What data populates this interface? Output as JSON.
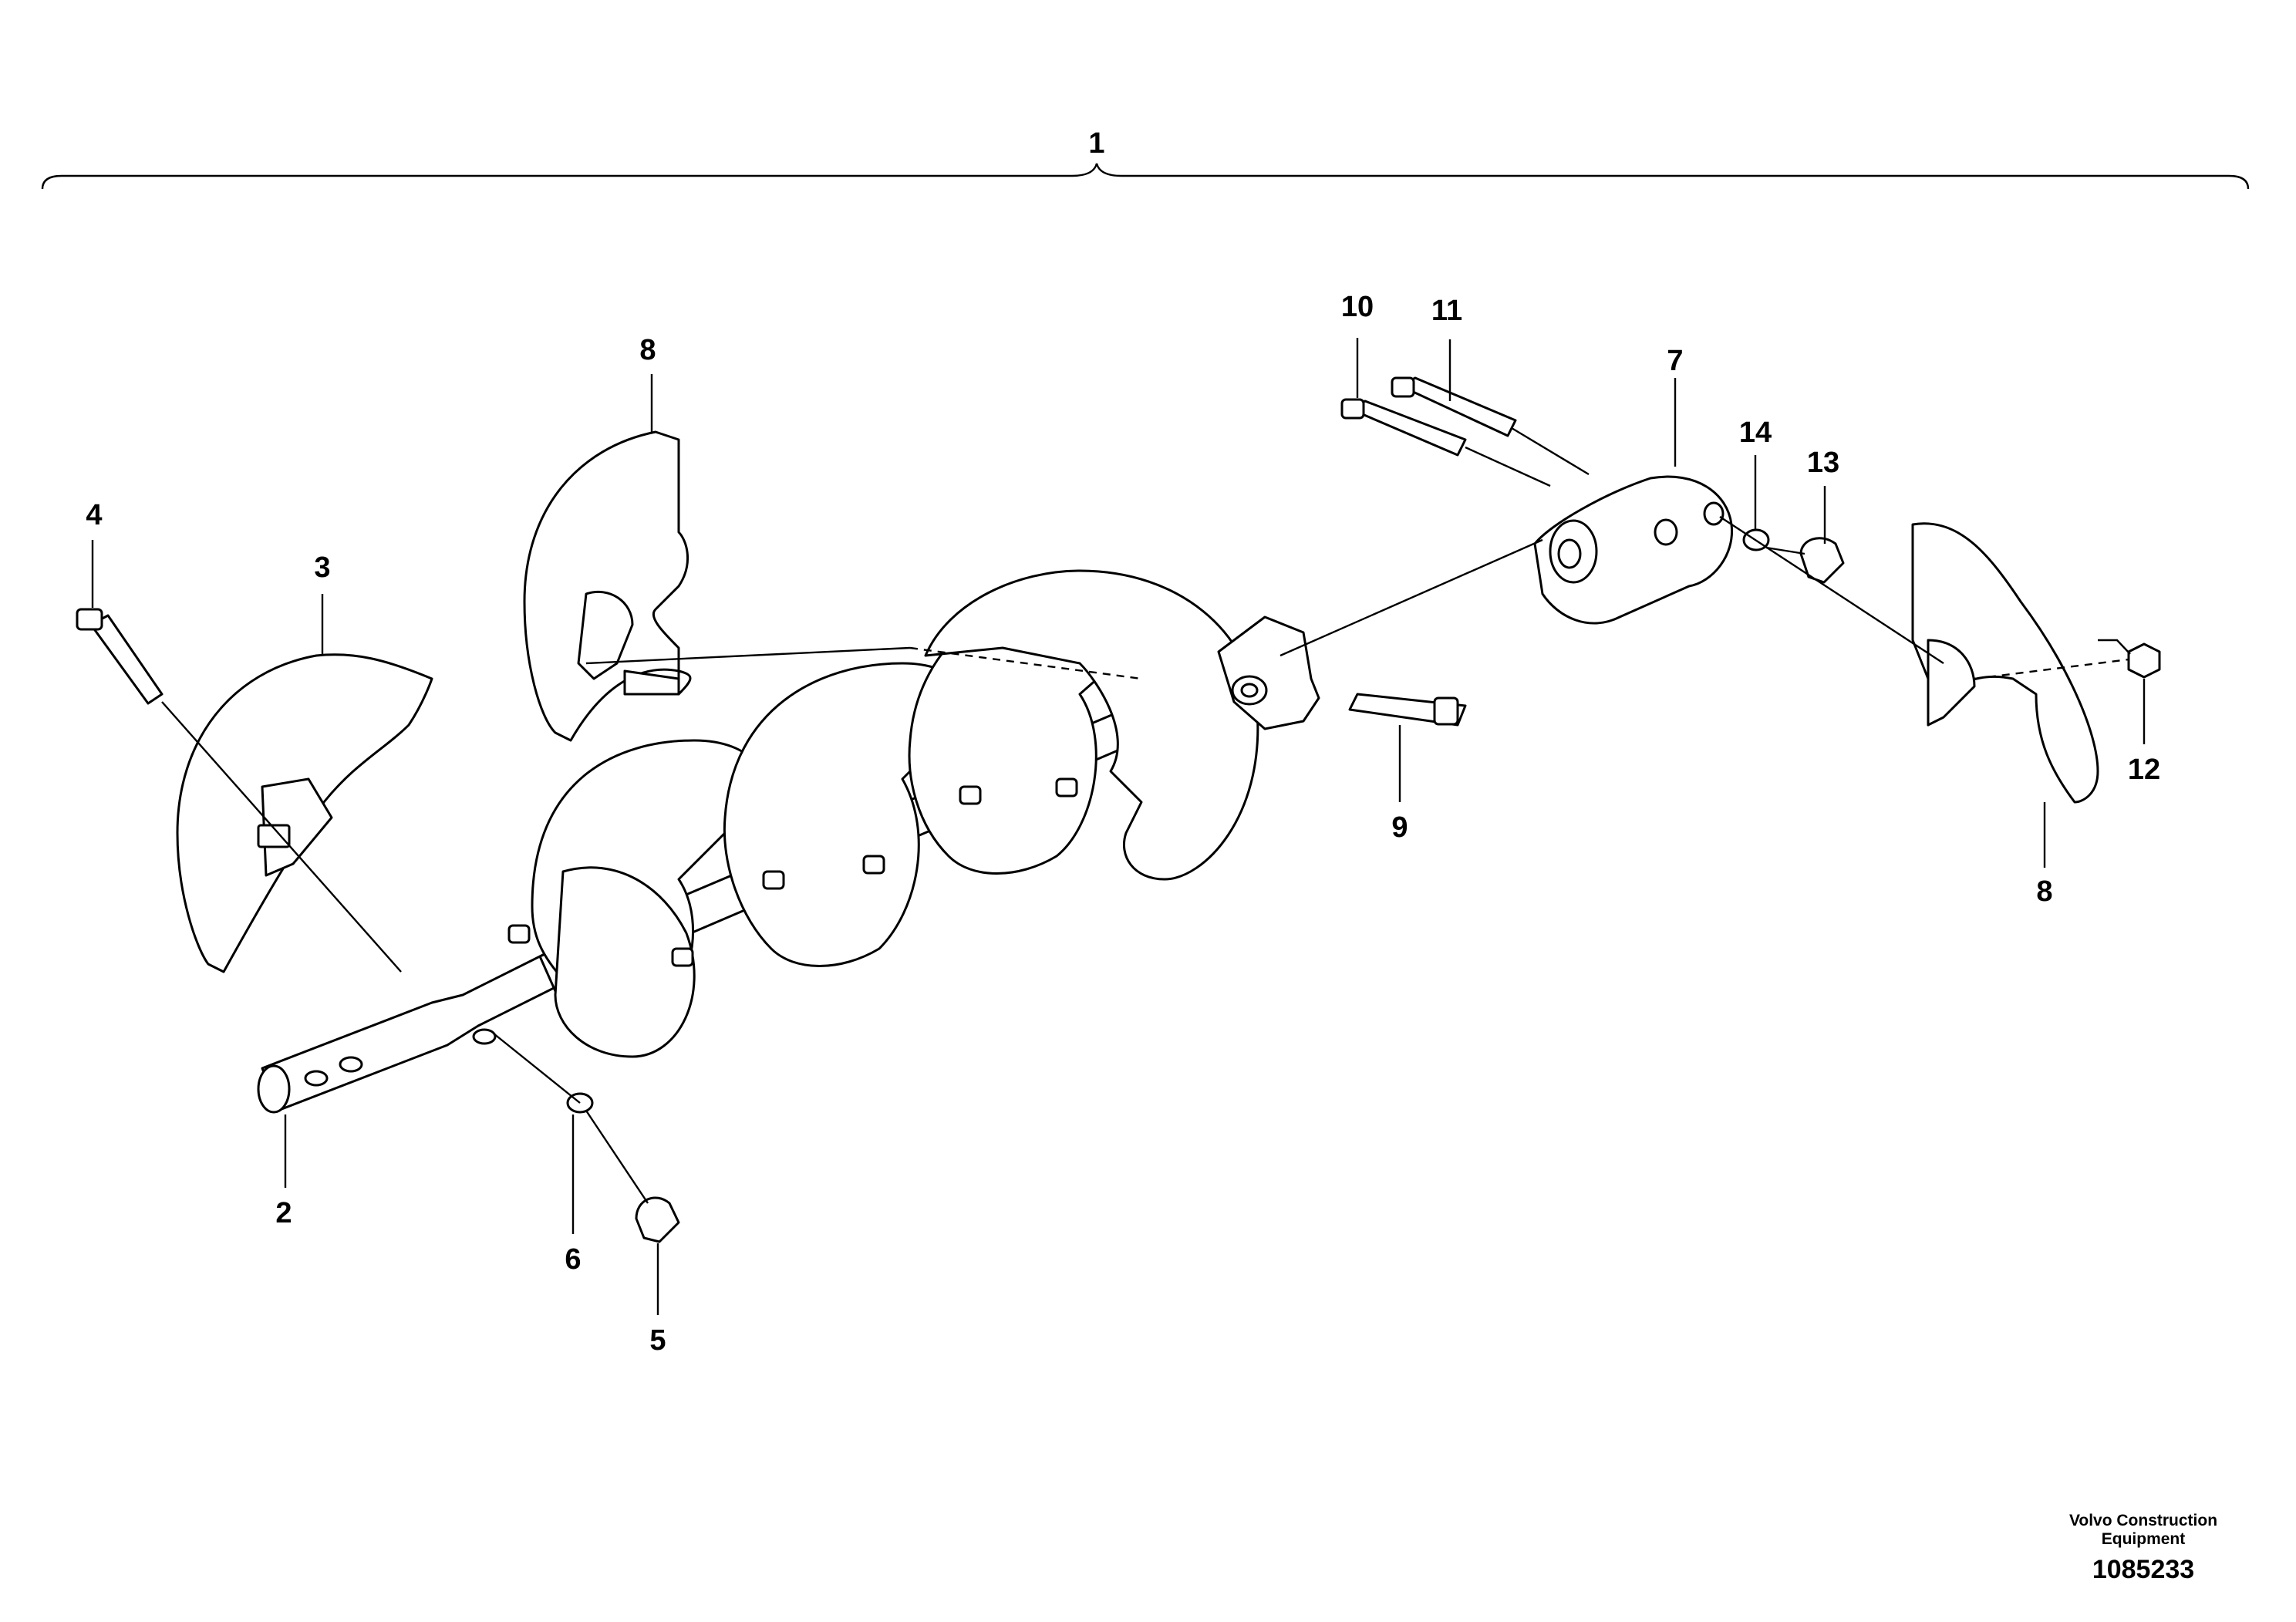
{
  "diagram": {
    "assembly_label": "1",
    "callouts": [
      {
        "id": "c1",
        "text": "1"
      },
      {
        "id": "c2",
        "text": "2"
      },
      {
        "id": "c3",
        "text": "3"
      },
      {
        "id": "c4",
        "text": "4"
      },
      {
        "id": "c5",
        "text": "5"
      },
      {
        "id": "c6",
        "text": "6"
      },
      {
        "id": "c7",
        "text": "7"
      },
      {
        "id": "c8a",
        "text": "8"
      },
      {
        "id": "c8b",
        "text": "8"
      },
      {
        "id": "c9",
        "text": "9"
      },
      {
        "id": "c10",
        "text": "10"
      },
      {
        "id": "c11",
        "text": "11"
      },
      {
        "id": "c12",
        "text": "12"
      },
      {
        "id": "c13",
        "text": "13"
      },
      {
        "id": "c14",
        "text": "14"
      }
    ]
  },
  "footer": {
    "company_line1": "Volvo Construction",
    "company_line2": "Equipment",
    "drawing_number": "1085233"
  }
}
